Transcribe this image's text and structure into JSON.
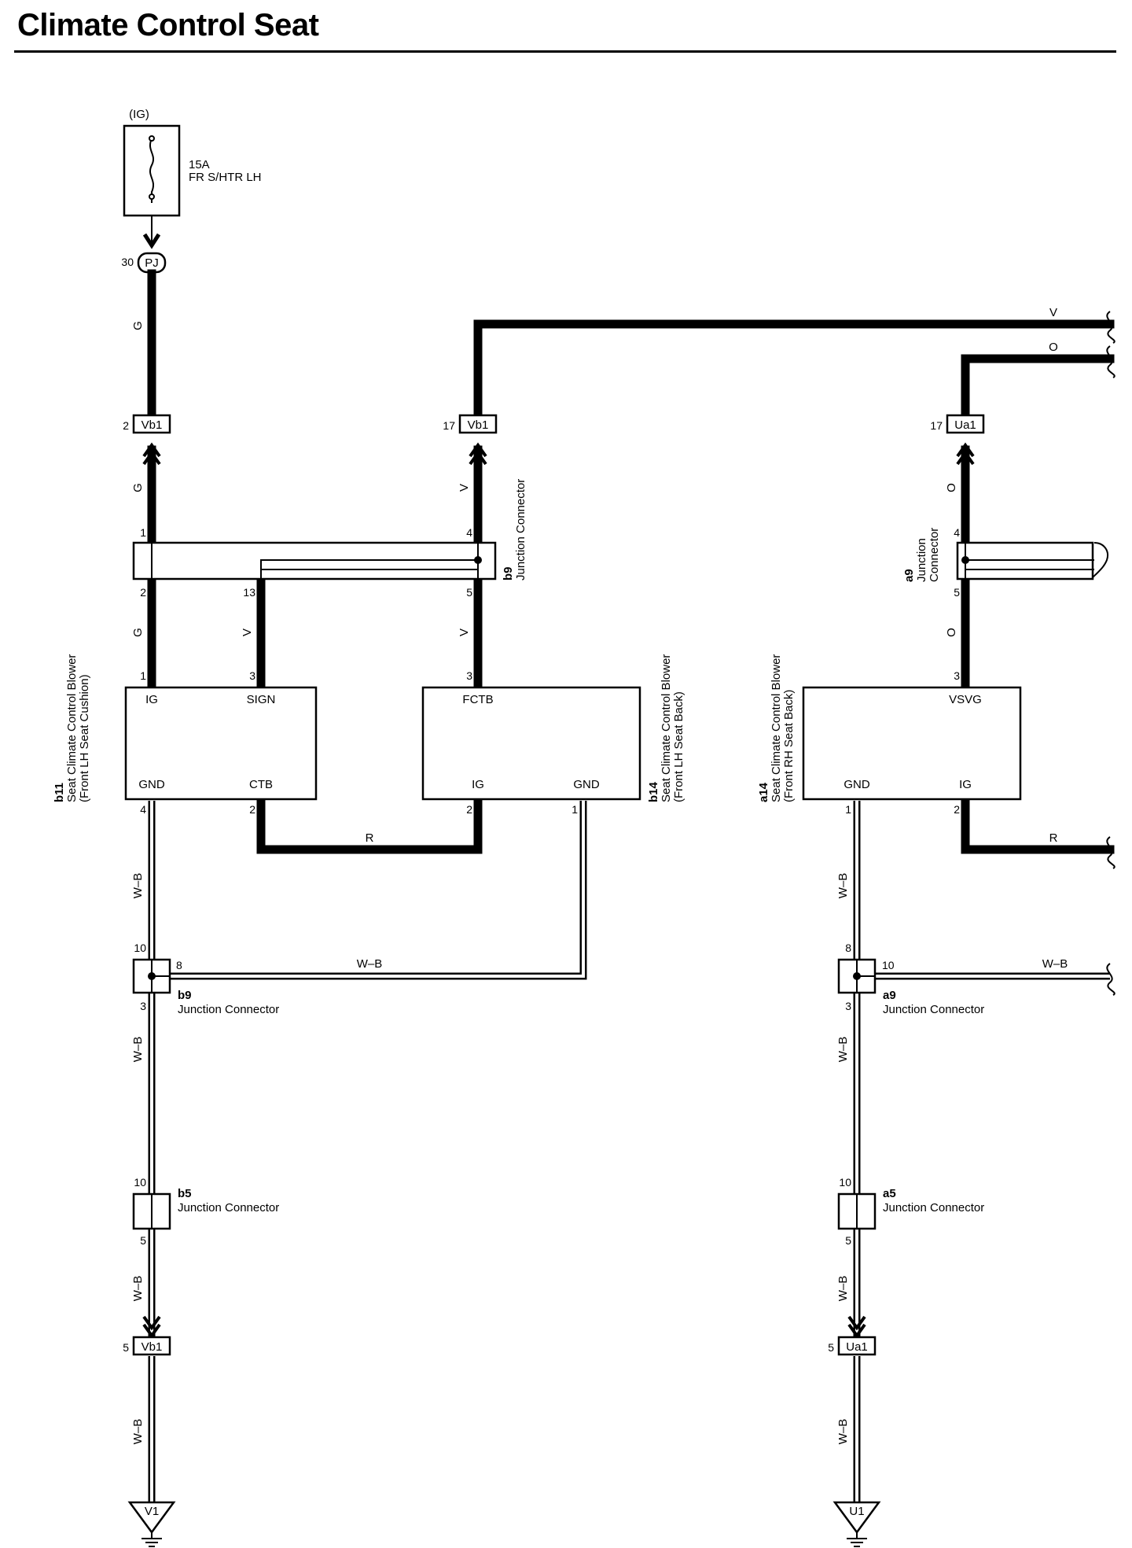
{
  "title": "Climate Control Seat",
  "fuse": {
    "supply": "(IG)",
    "rating": "15A",
    "name": "FR S/HTR LH"
  },
  "connectors": {
    "pj": {
      "id": "PJ",
      "pin": "30"
    },
    "vb1_g": {
      "id": "Vb1",
      "pin": "2"
    },
    "vb1_v": {
      "id": "Vb1",
      "pin": "17"
    },
    "ua1_o": {
      "id": "Ua1",
      "pin": "17"
    },
    "vb1_gnd": {
      "id": "Vb1",
      "pin": "5"
    },
    "ua1_gnd": {
      "id": "Ua1",
      "pin": "5"
    }
  },
  "wires": {
    "g": "G",
    "v": "V",
    "o": "O",
    "r": "R",
    "wb": "W–B"
  },
  "junctions": {
    "b9_top": {
      "code": "b9",
      "label": "Junction Connector",
      "pins": [
        "1",
        "4",
        "2",
        "13",
        "5"
      ]
    },
    "a9_top": {
      "code": "a9",
      "label1": "Junction",
      "label2": "Connector",
      "pins": [
        "4",
        "5"
      ]
    },
    "b9_bot": {
      "code": "b9",
      "label": "Junction Connector",
      "pins": [
        "10",
        "8",
        "3"
      ]
    },
    "a9_bot": {
      "code": "a9",
      "label": "Junction Connector",
      "pins": [
        "8",
        "10",
        "3"
      ]
    },
    "b5": {
      "code": "b5",
      "label": "Junction Connector",
      "pins": [
        "10",
        "5"
      ]
    },
    "a5": {
      "code": "a5",
      "label": "Junction Connector",
      "pins": [
        "10",
        "5"
      ]
    }
  },
  "components": {
    "b11": {
      "code": "b11",
      "line1": "Seat Climate Control Blower",
      "line2": "(Front LH Seat Cushion)",
      "terminals": {
        "ig": "IG",
        "sign": "SIGN",
        "gnd": "GND",
        "ctb": "CTB"
      },
      "pins": {
        "ig": "1",
        "sign": "3",
        "gnd": "4",
        "ctb": "2"
      }
    },
    "b14": {
      "code": "b14",
      "line1": "Seat Climate Control Blower",
      "line2": "(Front LH Seat Back)",
      "terminals": {
        "fctb": "FCTB",
        "ig": "IG",
        "gnd": "GND"
      },
      "pins": {
        "fctb": "3",
        "ig": "2",
        "gnd": "1"
      }
    },
    "a14": {
      "code": "a14",
      "line1": "Seat Climate Control Blower",
      "line2": "(Front RH Seat Back)",
      "terminals": {
        "vsvg": "VSVG",
        "gnd": "GND",
        "ig": "IG"
      },
      "pins": {
        "vsvg": "3",
        "gnd": "1",
        "ig": "2"
      }
    }
  },
  "grounds": {
    "left": "V1",
    "right": "U1"
  }
}
